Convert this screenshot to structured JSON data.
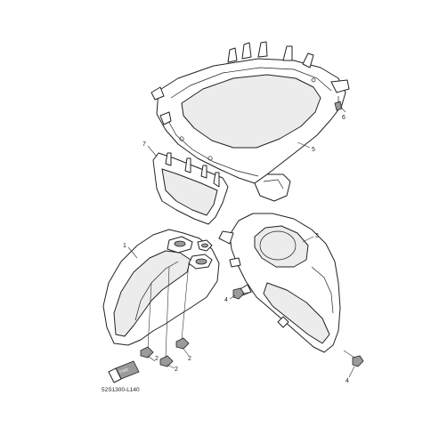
{
  "diagram": {
    "diagram_code": "52S1300-L140",
    "front_arrow_label": "FWD",
    "callouts": [
      {
        "id": "1",
        "label": "1"
      },
      {
        "id": "2a",
        "label": "2"
      },
      {
        "id": "2b",
        "label": "2"
      },
      {
        "id": "2c",
        "label": "2"
      },
      {
        "id": "3",
        "label": "3"
      },
      {
        "id": "4a",
        "label": "4"
      },
      {
        "id": "4b",
        "label": "4"
      },
      {
        "id": "5",
        "label": "5"
      },
      {
        "id": "6",
        "label": "6"
      },
      {
        "id": "7",
        "label": "7"
      }
    ]
  }
}
